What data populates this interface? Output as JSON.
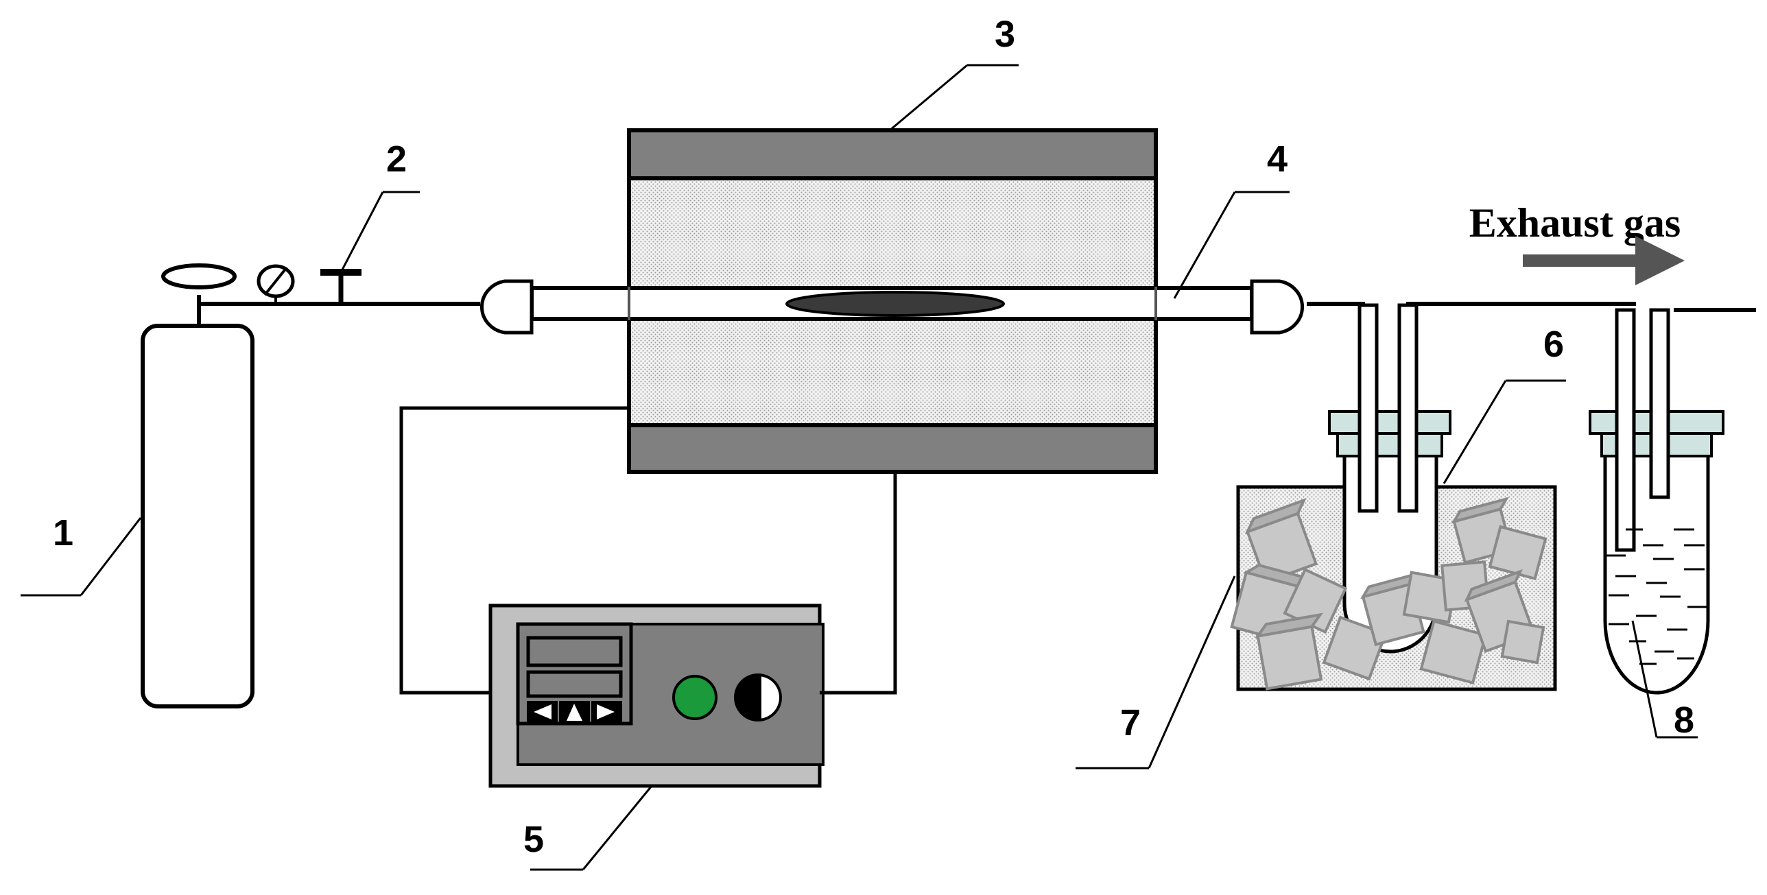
{
  "labels": {
    "gas_cylinder": "1",
    "valve": "2",
    "tube_furnace": "3",
    "quartz_tube": "4",
    "temperature_controller": "5",
    "cold_trap": "6",
    "ice_bath": "7",
    "absorption_bottle": "8"
  },
  "exhaust_label": "Exhaust gas",
  "colors": {
    "furnace_shell": "#808080",
    "insulation": "#e0e0e0",
    "sample_boat": "#3a3a3a",
    "controller_frame": "#c0c0c0",
    "controller_panel": "#7f7f7f",
    "power_button": "#1a9a3a",
    "stopper": "#cfe4e0",
    "ice": "#c8c8c8",
    "arrow": "#555555"
  }
}
